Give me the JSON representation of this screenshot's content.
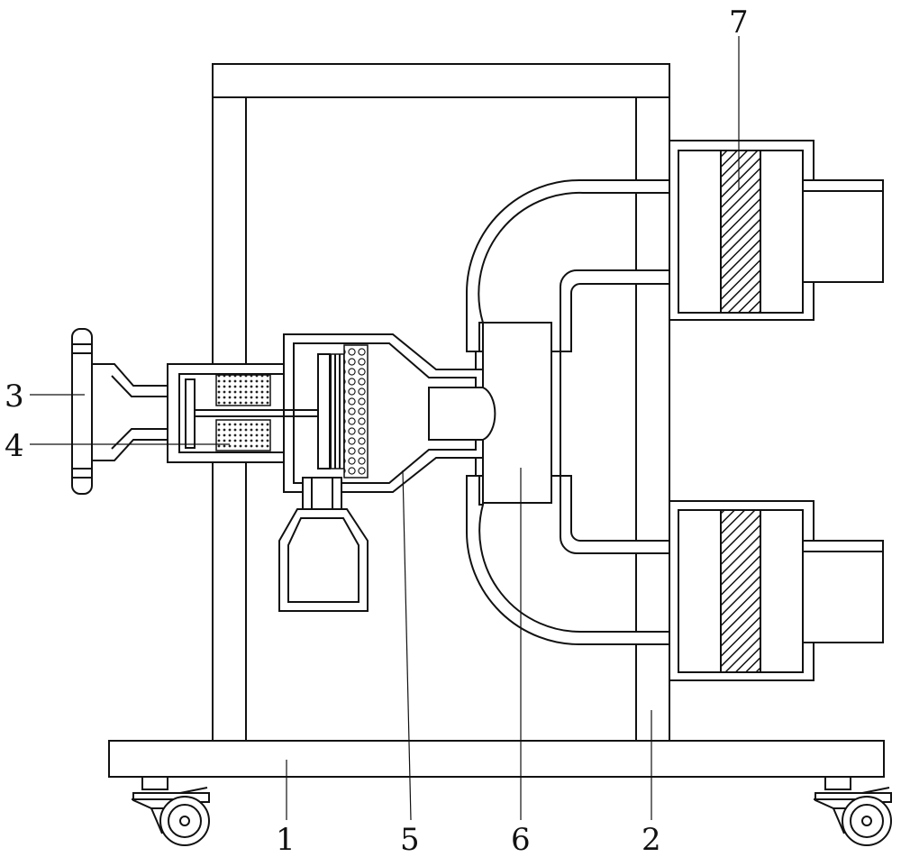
{
  "labels": {
    "l1": "1",
    "l2": "2",
    "l3": "3",
    "l4": "4",
    "l5": "5",
    "l6": "6",
    "l7": "7"
  },
  "colors": {
    "stroke": "#111111",
    "background": "#ffffff"
  }
}
